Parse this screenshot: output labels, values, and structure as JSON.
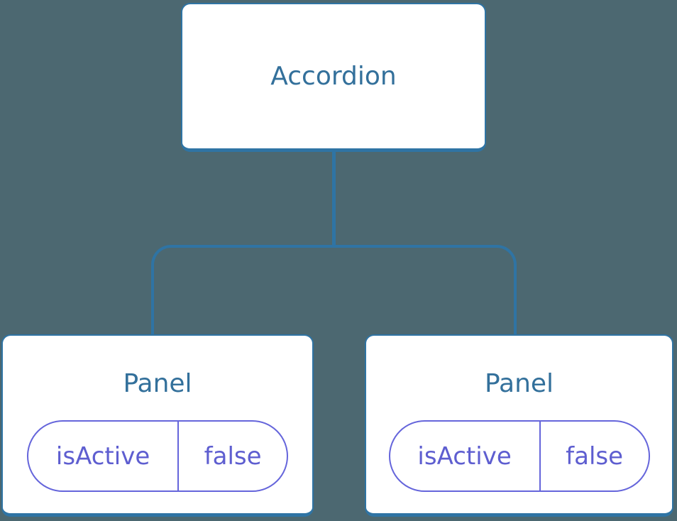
{
  "colors": {
    "bg": "#4C6871",
    "stroke": "#2F74A4",
    "nodeText": "#33709B",
    "purple": "#6565DB",
    "purpleText": "#5E5ED0"
  },
  "diagram": {
    "root": {
      "label": "Accordion"
    },
    "children": [
      {
        "label": "Panel",
        "state": {
          "key": "isActive",
          "value": "false"
        }
      },
      {
        "label": "Panel",
        "state": {
          "key": "isActive",
          "value": "false"
        }
      }
    ]
  }
}
